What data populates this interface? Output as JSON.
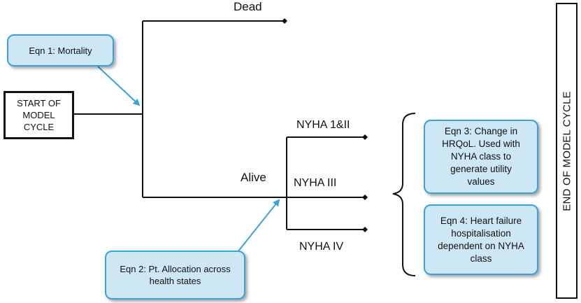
{
  "start_box": {
    "label": "START OF MODEL CYCLE"
  },
  "branches": {
    "dead": "Dead",
    "alive": "Alive",
    "nyha_1_2": "NYHA 1&II",
    "nyha_3": "NYHA III",
    "nyha_4": "NYHA IV"
  },
  "callouts": {
    "eqn1": "Eqn 1: Mortality",
    "eqn2": "Eqn 2: Pt. Allocation across health states",
    "eqn3": "Eqn 3: Change in HRQoL. Used with NYHA class to generate utility values",
    "eqn4": "Eqn 4: Heart failure hospitalisation dependent on NYHA class"
  },
  "end_box": {
    "label": "END OF MODEL CYCLE"
  },
  "colors": {
    "callout_fill": "#cde7f5",
    "callout_border": "#39a2dd",
    "line": "#111111"
  }
}
